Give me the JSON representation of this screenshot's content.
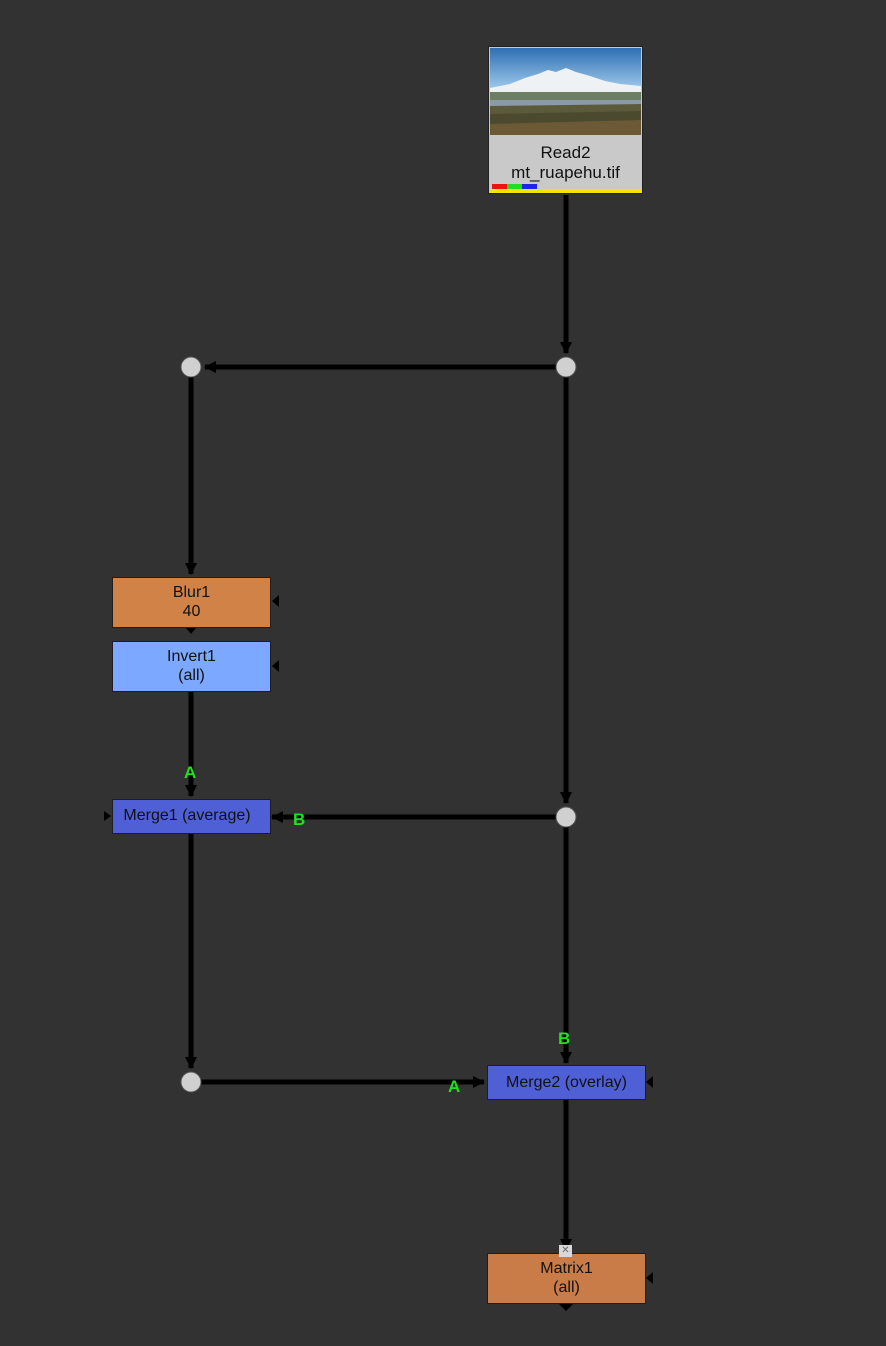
{
  "colors": {
    "background": "#323232",
    "edge": "#000000",
    "dot": "#d0d0d0",
    "blur_node": "#d08247",
    "invert_node": "#7da8ff",
    "merge_node": "#4f5fd6",
    "matrix_node": "#c97c47",
    "read_node": "#c9c9c9",
    "input_label": "#22e022"
  },
  "nodes": {
    "read": {
      "name": "Read2",
      "file": "mt_ruapehu.tif",
      "icon": "landscape-thumbnail"
    },
    "blur": {
      "name": "Blur1",
      "value": "40"
    },
    "invert": {
      "name": "Invert1",
      "value": "(all)"
    },
    "merge1": {
      "label": "Merge1 (average)"
    },
    "merge2": {
      "label": "Merge2 (overlay)"
    },
    "matrix": {
      "name": "Matrix1",
      "value": "(all)",
      "icon": "disable-x-icon"
    }
  },
  "input_labels": {
    "merge1_a": "A",
    "merge1_b": "B",
    "merge2_a": "A",
    "merge2_b": "B"
  }
}
